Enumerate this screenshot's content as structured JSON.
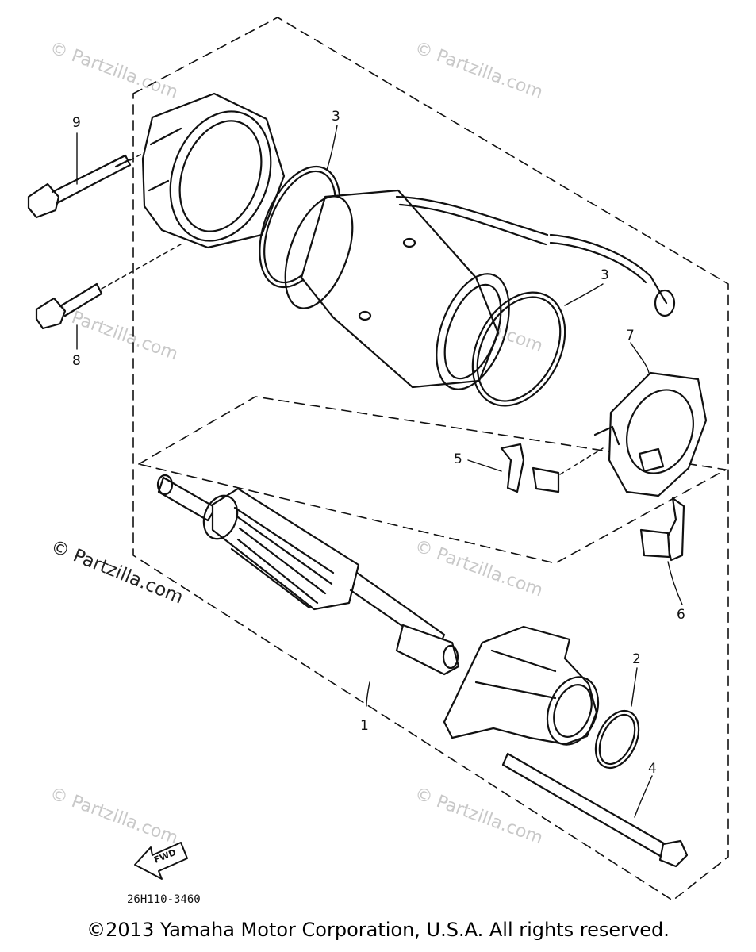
{
  "watermarks": {
    "faint": "© Partzilla.com",
    "strong": "© Partzilla.com"
  },
  "callouts": {
    "c1": "1",
    "c2": "2",
    "c3a": "3",
    "c3b": "3",
    "c4": "4",
    "c5": "5",
    "c6": "6",
    "c7": "7",
    "c8": "8",
    "c9": "9"
  },
  "fwd_arrow_label": "FWD",
  "diagram_code": "26H110-3460",
  "copyright": "©2013 Yamaha Motor Corporation, U.S.A. All rights reserved.",
  "colors": {
    "line": "#111111",
    "watermark": "#c8c8c8"
  }
}
